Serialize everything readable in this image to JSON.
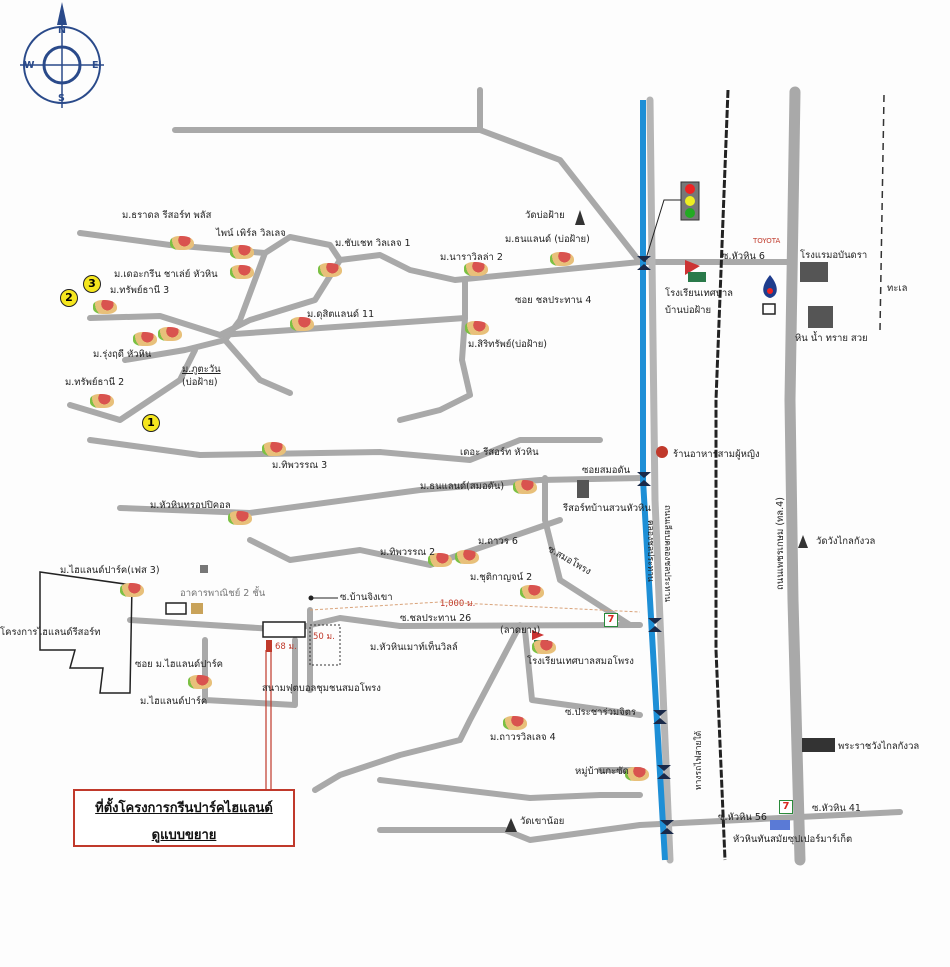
{
  "compass": {
    "n": "N",
    "e": "E",
    "s": "S",
    "w": "W"
  },
  "brands": {
    "toyota": "TOYOTA",
    "seven": "7"
  },
  "pins": [
    "1",
    "2",
    "3"
  ],
  "labels": {
    "tharadol": "ม.ธราดล รีสอร์ท พลัส",
    "pine_pearl": "ไพน์ เพิร์ล วิลเลจ",
    "chabchet": "ม.ชับเชท วิลเลจ 1",
    "green_chalet": "ม.เดอะกรีน ชาเล่ย์ หัวหิน",
    "sap_thani3": "ม.ทรัพย์ธานี 3",
    "nara_villa": "ม.นาราวิลล่า 2",
    "thanaland_bofai": "ม.ธนแลนด์ (บ่อฝ้าย)",
    "wat_bofai": "วัดบ่อฝ้าย",
    "soi_chon4": "ซอย ชลประทาน 4",
    "dusit11": "ม.ดุสิตแลนด์ 11",
    "sirisap": "ม.สิริทรัพย์(บ่อฝ้าย)",
    "rungrudee": "ม.รุ่งฤดี หัวหิน",
    "phutawan": "ม.ภูตะวัน",
    "phutawan2": "(บ่อฝ้าย)",
    "sap_thani2": "ม.ทรัพย์ธานี 2",
    "soi_huahin6": "ซ.หัวหิน 6",
    "hotel_abandra": "โรงแรมอบันดรา",
    "school_bofai1": "โรงเรียนเทศบาล",
    "school_bofai2": "บ้านบ่อฝ้าย",
    "sea": "ทะเล",
    "hin_nam_sai": "หิน น้ำ ทราย สวย",
    "thippawan3": "ม.ทิพวรรณ 3",
    "the_resort": "เดอะ รีสอร์ท หัวหิน",
    "restaurant": "ร้านอาหารสามผู้หญิง",
    "soi_samodan": "ซอยสมอดัน",
    "thanaland_samodan": "ม.ธนแลนด์(สมอดัน)",
    "baan_suan": "รีสอร์ทบ้านสวนหัวหิน",
    "tropical": "ม.หัวหินทรอปปิคอล",
    "canal_road": "ถนนเลียบคลองชลประทาน",
    "canal": "คลองชลประทาน",
    "phetkasem": "ถนนเพชรเกษม (ทล.4)",
    "wat_klai": "วัดวังไกลกังวล",
    "thippawan2": "ม.ทิพวรรณ 2",
    "thavorn6": "ม.ถาวร 6",
    "highland_ph3": "ม.ไฮแลนด์ปาร์ค(เฟส 3)",
    "chutikan2": "ม.ชุติกาญจน์ 2",
    "soi_samoprong": "ซ.สมอโพรง",
    "shophouse": "อาคารพาณิชย์ 2 ชั้น",
    "soi_jingkhao": "ซ.บ้านจิงเขา",
    "dist_1000": "1,000 ม.",
    "soi_chon26": "ซ.ชลประทาน 26",
    "paved": "(ลาดยาง)",
    "highland_resort": "โครงการไฮแลนด์รีสอร์ท",
    "dist_68": "68 ม.",
    "dist_50": "50 ม.",
    "mountain_ville": "ม.หัวหินเมาท์เท็นวิลล์",
    "school_samoprong": "โรงเรียนเทศบาลสมอโพรง",
    "soi_highland": "ซอย ม.ไฮแลนด์ปาร์ค",
    "football": "สนามฟุตบอลชุมชนสมอโพรง",
    "highland_park": "ม.ไฮแลนด์ปาร์ค",
    "railway": "ทางรถไฟสายใต้",
    "soi_pracha": "ซ.ประชาร่วมจิตร",
    "thavorn_v4": "ม.ถาวรวิลเลจ 4",
    "palace": "พระราชวังไกลกังวล",
    "kasat": "หมู่บ้านกะซัด",
    "wat_khaonoi": "วัดเขาน้อย",
    "soi_huahin56": "ซ.หัวหิน 56",
    "soi_huahin41": "ซ.หัวหิน 41",
    "supermarket": "หัวหินทันสมัยซุปเปอร์มาร์เก็ต"
  },
  "callout": {
    "title": "ที่ตั้งโครงการกรีนปาร์คไฮแลนด์",
    "subtitle": "ดูแบบขยาย"
  },
  "colors": {
    "road": "#a9a9a9",
    "canal": "#1e8fd6",
    "accent": "#c0392b"
  }
}
